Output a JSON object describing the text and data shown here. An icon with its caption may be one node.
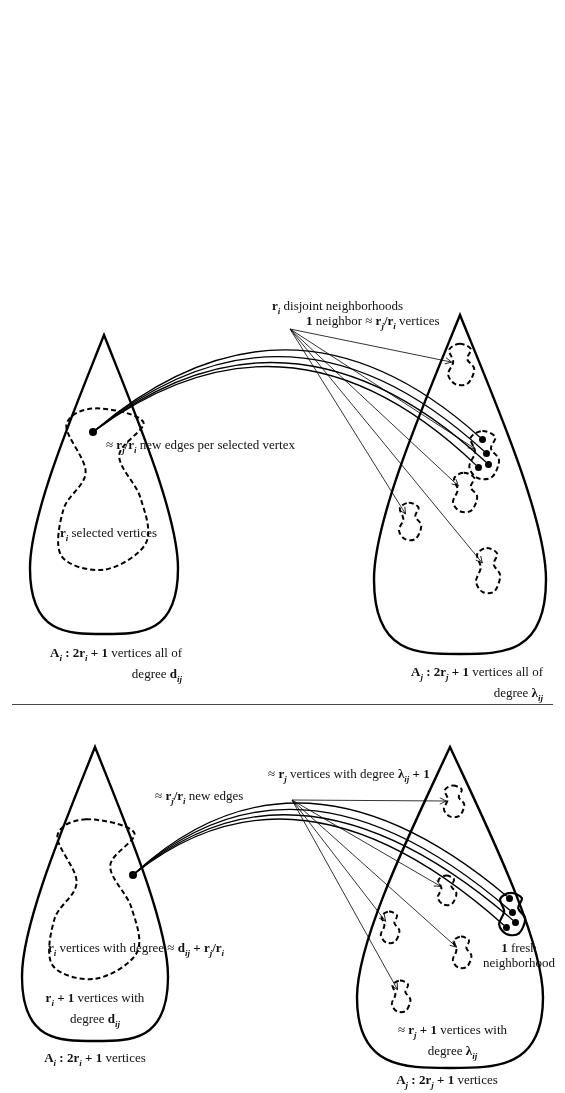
{
  "diagram": {
    "nodes": [
      {
        "text": [
          "**A**$_{i}$ **: 2r**$_{i}$ **+ 1** vertices all of degree **d**$_{ij}$"
        ]
      },
      {
        "text": [
          "**r**$_{i}$ selected vertices"
        ],
        "in": 0
      },
      {
        "text": [],
        "shape": "circle",
        "in": 1,
        "beside": [
          "≈ **r**$_{j}$**/r**$_{i}$ new edges per selected vertex"
        ]
      },
      {
        "text": [
          "**A**$_{j}$ **: 2r**$_{j}$ **+ 1** vertices all of degree **λ**$_{ij}$"
        ]
      },
      {
        "text": [],
        "shape": "blob",
        "in": 3
      },
      {
        "text": [],
        "shape": "blob",
        "in": 3
      },
      {
        "text": [],
        "shape": "circle",
        "in": 5
      },
      {
        "text": [],
        "shape": "circle",
        "in": 5
      },
      {
        "text": [],
        "shape": "circle",
        "in": 5
      },
      {
        "text": [],
        "shape": "circle",
        "in": 5
      },
      {
        "text": [],
        "shape": "blob",
        "in": 3
      },
      {
        "text": [],
        "shape": "blob",
        "in": 3
      },
      {
        "text": [],
        "shape": "blob",
        "in": 3
      },
      {
        "text": [
          "**r**$_{i}$ disjoint neighborhoods",
          "**1** neighbor ≈ **r**$_{j}$**/r**$_{i}$ vertices"
        ]
      },
      {
        "text": [
          "**r**$_{i}$ **+ 1** vertices with degree **d**$_{ij}$",
          "**A**$_{i}$ **: 2r**$_{i}$ **+ 1** vertices"
        ]
      },
      {
        "text": [
          "**r**$_{i}$ vertices with degree ≈ **d**$_{ij}$ **+ r**$_{j}$**/r**$_{i}$"
        ],
        "in": 14
      },
      {
        "text": [],
        "shape": "circle",
        "in": 15
      },
      {
        "text": [
          "≈ **r**$_{j}$ **+ 1** vertices with degree **λ**$_{ij}$",
          "**A**$_{j}$ **: 2r**$_{j}$ **+ 1** vertices"
        ]
      },
      {
        "text": [],
        "shape": "blob",
        "in": 17
      },
      {
        "text": [],
        "shape": "blob",
        "in": 17
      },
      {
        "text": [],
        "shape": "blob",
        "in": 17
      },
      {
        "text": [],
        "shape": "blob",
        "in": 17,
        "beside": [
          "**1** fresh neighborhood"
        ]
      },
      {
        "text": [],
        "shape": "circle",
        "in": 21
      },
      {
        "text": [],
        "shape": "circle",
        "in": 21
      },
      {
        "text": [],
        "shape": "circle",
        "in": 21
      },
      {
        "text": [],
        "shape": "circle",
        "in": 21
      },
      {
        "text": [],
        "shape": "blob",
        "in": 17
      },
      {
        "text": [],
        "shape": "blob",
        "in": 17
      },
      {
        "text": [
          "≈ **r**$_{j}$ vertices with degree **λ**$_{ij}$ **+ 1**"
        ]
      }
    ],
    "edges": [
      {
        "from": 2,
        "to": 6,
        "arrow": "none"
      },
      {
        "from": 2,
        "to": 7,
        "arrow": "none"
      },
      {
        "from": 2,
        "to": 8,
        "arrow": "none"
      },
      {
        "from": 2,
        "to": 9,
        "arrow": "none"
      },
      {
        "from": 13,
        "to": 4,
        "arrow": "to"
      },
      {
        "from": 13,
        "to": 5,
        "arrow": "to"
      },
      {
        "from": 13,
        "to": 10,
        "arrow": "to"
      },
      {
        "from": 13,
        "to": 11,
        "arrow": "to"
      },
      {
        "from": 13,
        "to": 12,
        "arrow": "to"
      },
      {
        "from": 16,
        "to": 22,
        "arrow": "none"
      },
      {
        "from": 16,
        "to": 23,
        "arrow": "none"
      },
      {
        "from": 16,
        "to": 24,
        "arrow": "none"
      },
      {
        "from": 16,
        "to": 25,
        "arrow": "none"
      },
      {
        "from": 28,
        "to": 18,
        "arrow": "to"
      },
      {
        "from": 28,
        "to": 19,
        "arrow": "to"
      },
      {
        "from": 28,
        "to": 20,
        "arrow": "to"
      },
      {
        "from": 28,
        "to": 26,
        "arrow": "to"
      },
      {
        "from": 28,
        "to": 27,
        "arrow": "to"
      }
    ],
    "labels": [
      "≈ **r**$_{j}$**/r**$_{i}$ new edges"
    ]
  }
}
